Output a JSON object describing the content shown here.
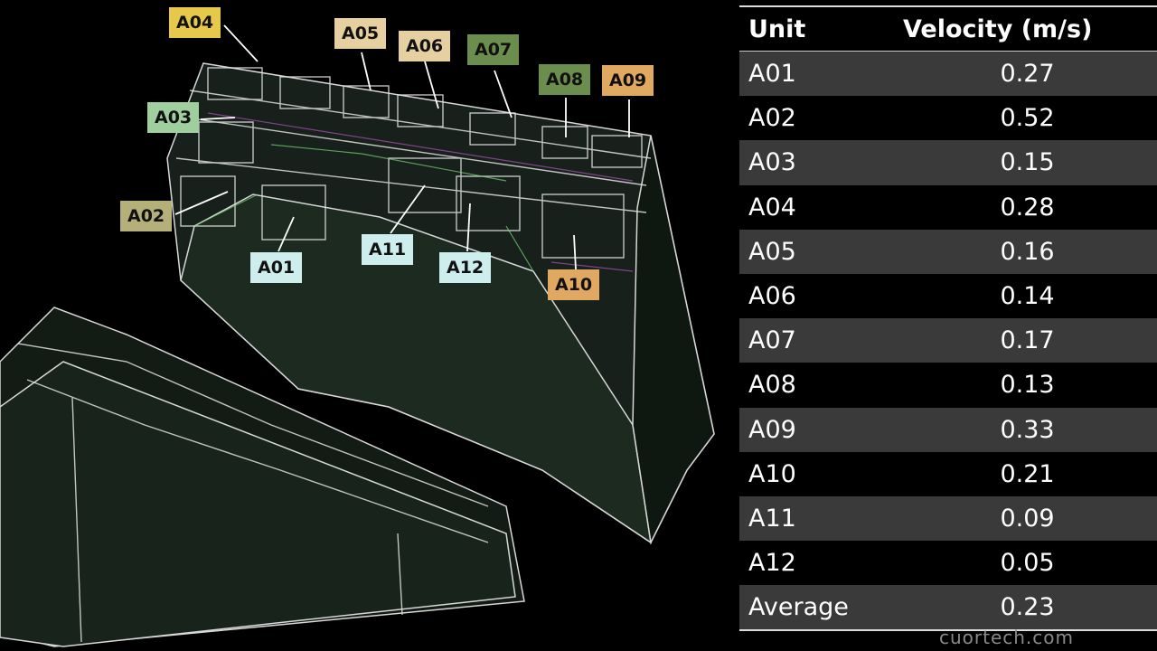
{
  "labels": [
    {
      "id": "A04",
      "text": "A04",
      "color": "#e6c84a"
    },
    {
      "id": "A05",
      "text": "A05",
      "color": "#e6cfa1"
    },
    {
      "id": "A06",
      "text": "A06",
      "color": "#e6cfa1"
    },
    {
      "id": "A07",
      "text": "A07",
      "color": "#6b8e4e"
    },
    {
      "id": "A08",
      "text": "A08",
      "color": "#6b8e4e"
    },
    {
      "id": "A09",
      "text": "A09",
      "color": "#e0a860"
    },
    {
      "id": "A03",
      "text": "A03",
      "color": "#9fcf9f"
    },
    {
      "id": "A02",
      "text": "A02",
      "color": "#b5b07a"
    },
    {
      "id": "A01",
      "text": "A01",
      "color": "#cdeeed"
    },
    {
      "id": "A11",
      "text": "A11",
      "color": "#cdeeed"
    },
    {
      "id": "A12",
      "text": "A12",
      "color": "#cdeeed"
    },
    {
      "id": "A10",
      "text": "A10",
      "color": "#e0a860"
    }
  ],
  "table": {
    "headers": [
      "Unit",
      "Velocity (m/s)"
    ],
    "rows": [
      {
        "unit": "A01",
        "velocity": "0.27"
      },
      {
        "unit": "A02",
        "velocity": "0.52"
      },
      {
        "unit": "A03",
        "velocity": "0.15"
      },
      {
        "unit": "A04",
        "velocity": "0.28"
      },
      {
        "unit": "A05",
        "velocity": "0.16"
      },
      {
        "unit": "A06",
        "velocity": "0.14"
      },
      {
        "unit": "A07",
        "velocity": "0.17"
      },
      {
        "unit": "A08",
        "velocity": "0.13"
      },
      {
        "unit": "A09",
        "velocity": "0.33"
      },
      {
        "unit": "A10",
        "velocity": "0.21"
      },
      {
        "unit": "A11",
        "velocity": "0.09"
      },
      {
        "unit": "A12",
        "velocity": "0.05"
      },
      {
        "unit": "Average",
        "velocity": "0.23"
      }
    ]
  },
  "watermark": "cuortech.com"
}
